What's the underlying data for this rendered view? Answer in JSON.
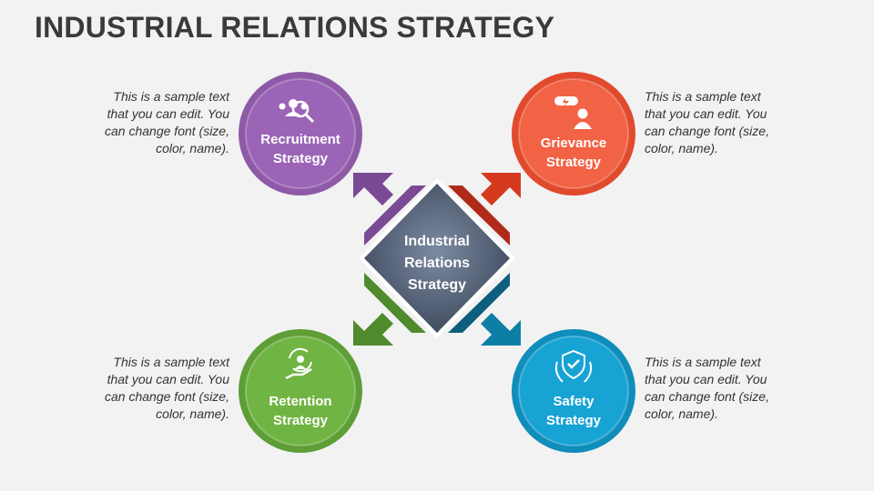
{
  "title": "INDUSTRIAL RELATIONS STRATEGY",
  "center": {
    "line1": "Industrial",
    "line2": "Relations",
    "line3": "Strategy"
  },
  "nodes": [
    {
      "line1": "Recruitment",
      "line2": "Strategy",
      "color": "#8e5aa8",
      "arrow_color": "#7b4a94",
      "icon": "recruitment-search-icon",
      "desc": [
        "This is a sample text",
        "that you can edit. You",
        "can change font (size,",
        "color, name)."
      ]
    },
    {
      "line1": "Grievance",
      "line2": "Strategy",
      "color": "#ef5a3c",
      "arrow_color": "#d63a1e",
      "icon": "grievance-person-icon",
      "desc": [
        "This is a sample text",
        "that you can edit. You",
        "can change font (size,",
        "color, name)."
      ]
    },
    {
      "line1": "Retention",
      "line2": "Strategy",
      "color": "#69ad3e",
      "arrow_color": "#4f8a2c",
      "icon": "retention-hand-icon",
      "desc": [
        "This is a sample text",
        "that you can edit. You",
        "can change font (size,",
        "color, name)."
      ]
    },
    {
      "line1": "Safety",
      "line2": "Strategy",
      "color": "#139ccb",
      "arrow_color": "#0d7fa6",
      "icon": "safety-shield-icon",
      "desc": [
        "This is a sample text",
        "that you can edit. You",
        "can change font (size,",
        "color, name)."
      ]
    }
  ],
  "colors": {
    "diamond_dark": "#3e4a5e",
    "diamond_light": "#6b7a92",
    "ring_border": "#3b4656"
  }
}
